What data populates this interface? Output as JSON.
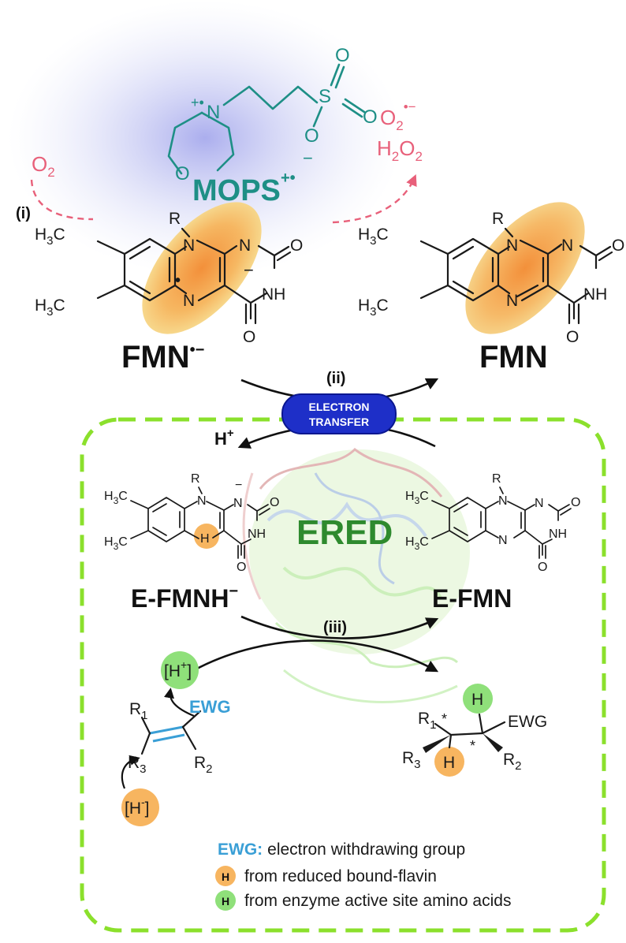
{
  "reagents": {
    "o2": "O",
    "o2_sub": "2",
    "superoxide": "O",
    "superoxide_sub": "2",
    "superoxide_sup": "•−",
    "h2o2_h": "H",
    "h2o2_sub": "2",
    "h2o2_o": "O",
    "h2o2_sub2": "2"
  },
  "mops": {
    "label": "MOPS",
    "charge": "+•",
    "n_charge": "+•",
    "minus": "−"
  },
  "steps": {
    "i": "(i)",
    "ii": "(ii)",
    "iii": "(iii)"
  },
  "electron_transfer": {
    "line1": "ELECTRON",
    "line2": "TRANSFER"
  },
  "species": {
    "fmn_radical": "FMN",
    "fmn_radical_sup": "•−",
    "fmn": "FMN",
    "e_fmnh": "E-FMNH",
    "e_fmnh_sup": "−",
    "e_fmn": "E-FMN",
    "ered": "ERED",
    "h_plus": "H",
    "h_plus_sup": "+"
  },
  "atoms": {
    "R": "R",
    "N": "N",
    "O": "O",
    "NH": "NH",
    "H": "H",
    "H3C": "H",
    "sub3": "3",
    "C": "C",
    "S": "S"
  },
  "substrate": {
    "ewg": "EWG",
    "r1": "R",
    "r2": "R",
    "r3": "R",
    "s1": "1",
    "s2": "2",
    "s3": "3",
    "h_plus_br": "[H",
    "h_plus_sup": "+",
    "h_plus_close": "]",
    "h_minus_br": "[H",
    "h_minus_sup": "-",
    "h_minus_close": "]",
    "star": "*"
  },
  "legend": {
    "ewg_term": "EWG:",
    "ewg_def": "electron withdrawing group",
    "h_badge": "H",
    "orange_text": "from reduced bound-flavin",
    "green_text": "from enzyme active site amino acids"
  },
  "colors": {
    "teal": "#1e8f86",
    "pink": "#e8607a",
    "dash_green": "#8be02c",
    "blue_button": "#1e2fc8",
    "orange": "#f7b560",
    "green_h": "#8fe07a",
    "ewg_blue": "#3a9fd6"
  }
}
